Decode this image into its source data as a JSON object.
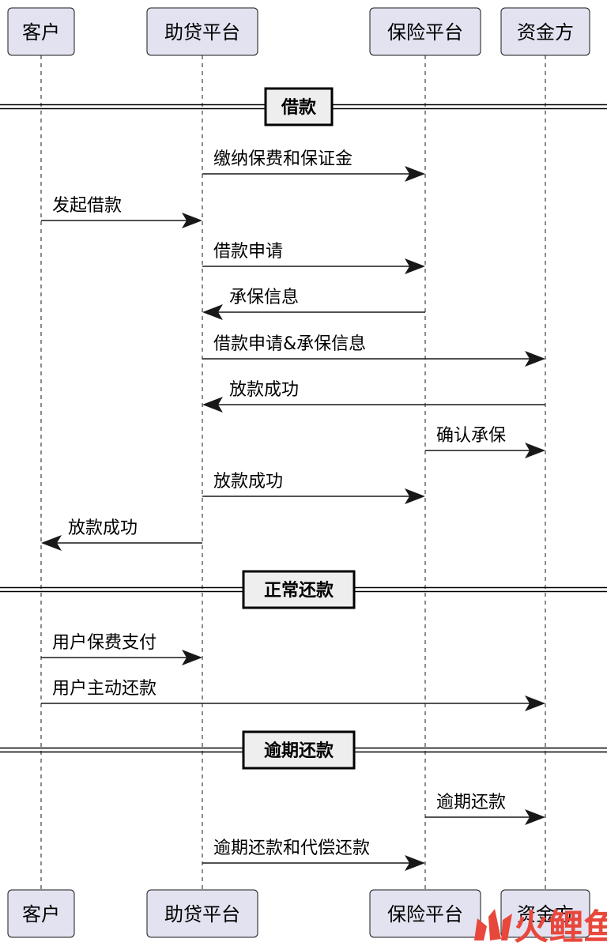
{
  "participants": [
    {
      "id": "customer",
      "label": "客户"
    },
    {
      "id": "platform",
      "label": "助贷平台"
    },
    {
      "id": "insurer",
      "label": "保险平台"
    },
    {
      "id": "funder",
      "label": "资金方"
    }
  ],
  "sections": [
    {
      "title": "借款",
      "messages": [
        {
          "from": "platform",
          "to": "insurer",
          "label": "缴纳保费和保证金"
        },
        {
          "from": "customer",
          "to": "platform",
          "label": "发起借款"
        },
        {
          "from": "platform",
          "to": "insurer",
          "label": "借款申请"
        },
        {
          "from": "insurer",
          "to": "platform",
          "label": "承保信息"
        },
        {
          "from": "platform",
          "to": "funder",
          "label": "借款申请&承保信息"
        },
        {
          "from": "funder",
          "to": "platform",
          "label": "放款成功"
        },
        {
          "from": "insurer",
          "to": "funder",
          "label": "确认承保"
        },
        {
          "from": "platform",
          "to": "insurer",
          "label": "放款成功"
        },
        {
          "from": "platform",
          "to": "customer",
          "label": "放款成功"
        }
      ]
    },
    {
      "title": "正常还款",
      "messages": [
        {
          "from": "customer",
          "to": "platform",
          "label": "用户保费支付"
        },
        {
          "from": "customer",
          "to": "funder",
          "label": "用户主动还款"
        }
      ]
    },
    {
      "title": "逾期还款",
      "messages": [
        {
          "from": "insurer",
          "to": "funder",
          "label": "逾期还款"
        },
        {
          "from": "platform",
          "to": "insurer",
          "label": "逾期还款和代偿还款"
        }
      ]
    }
  ],
  "watermark": {
    "text": "火鲤鱼",
    "color": "#E8473B"
  }
}
